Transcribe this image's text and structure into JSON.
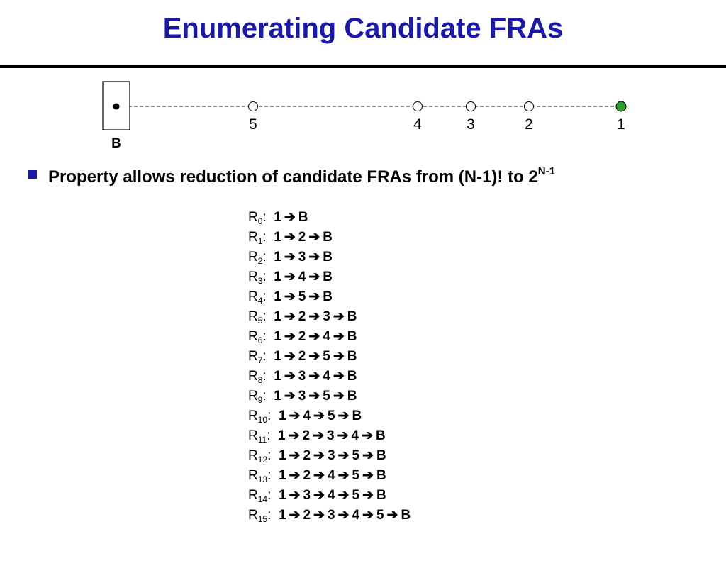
{
  "title": "Enumerating Candidate FRAs",
  "diagram": {
    "base_label": "B",
    "node_labels": [
      "5",
      "4",
      "3",
      "2",
      "1"
    ],
    "colors": {
      "source_node": "#2e9e2e",
      "line": "#555555"
    }
  },
  "bullet": {
    "text": "Property allows reduction of candidate FRAs from (N-1)! to 2",
    "superscript": "N-1"
  },
  "routes": [
    {
      "r": "R",
      "idx": "0",
      "path": [
        "1",
        "B"
      ]
    },
    {
      "r": "R",
      "idx": "1",
      "path": [
        "1",
        "2",
        "B"
      ]
    },
    {
      "r": "R",
      "idx": "2",
      "path": [
        "1",
        "3",
        "B"
      ]
    },
    {
      "r": "R",
      "idx": "3",
      "path": [
        "1",
        "4",
        "B"
      ]
    },
    {
      "r": "R",
      "idx": "4",
      "path": [
        "1",
        "5",
        "B"
      ]
    },
    {
      "r": "R",
      "idx": "5",
      "path": [
        "1",
        "2",
        "3",
        "B"
      ]
    },
    {
      "r": "R",
      "idx": "6",
      "path": [
        "1",
        "2",
        "4",
        "B"
      ]
    },
    {
      "r": "R",
      "idx": "7",
      "path": [
        "1",
        "2",
        "5",
        "B"
      ]
    },
    {
      "r": "R",
      "idx": "8",
      "path": [
        "1",
        "3",
        "4",
        "B"
      ]
    },
    {
      "r": "R",
      "idx": "9",
      "path": [
        "1",
        "3",
        "5",
        "B"
      ]
    },
    {
      "r": "R",
      "idx": "10",
      "path": [
        "1",
        "4",
        "5",
        "B"
      ]
    },
    {
      "r": "R",
      "idx": "11",
      "path": [
        "1",
        "2",
        "3",
        "4",
        "B"
      ]
    },
    {
      "r": "R",
      "idx": "12",
      "path": [
        "1",
        "2",
        "3",
        "5",
        "B"
      ]
    },
    {
      "r": "R",
      "idx": "13",
      "path": [
        "1",
        "2",
        "4",
        "5",
        "B"
      ]
    },
    {
      "r": "R",
      "idx": "14",
      "path": [
        "1",
        "3",
        "4",
        "5",
        "B"
      ]
    },
    {
      "r": "R",
      "idx": "15",
      "path": [
        "1",
        "2",
        "3",
        "4",
        "5",
        "B"
      ]
    }
  ]
}
